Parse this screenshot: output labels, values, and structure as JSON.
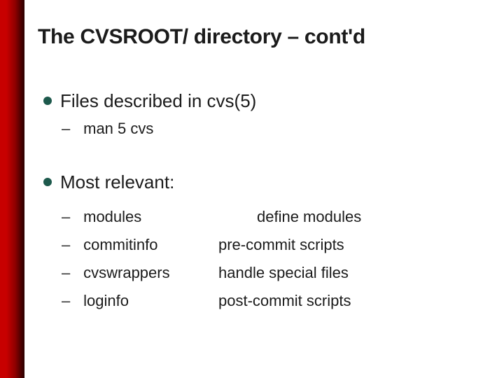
{
  "slide": {
    "title": "The CVSROOT/ directory – cont'd",
    "glyphs": {
      "dash": "–"
    },
    "bullet1": {
      "label": "Files described in cvs(5)",
      "sub": {
        "term": "man 5 cvs"
      }
    },
    "bullet2": {
      "label": "Most relevant:",
      "rows": [
        {
          "term": "modules",
          "desc": "define modules"
        },
        {
          "term": "commitinfo",
          "desc": "pre-commit scripts"
        },
        {
          "term": "cvswrappers",
          "desc": "handle special files"
        },
        {
          "term": "loginfo",
          "desc": "post-commit scripts"
        }
      ]
    },
    "colors": {
      "accent_bar_bright": "#c80000",
      "accent_bar_dark": "#2b0000",
      "bullet": "#1d594c",
      "text": "#1b1b1b"
    }
  }
}
